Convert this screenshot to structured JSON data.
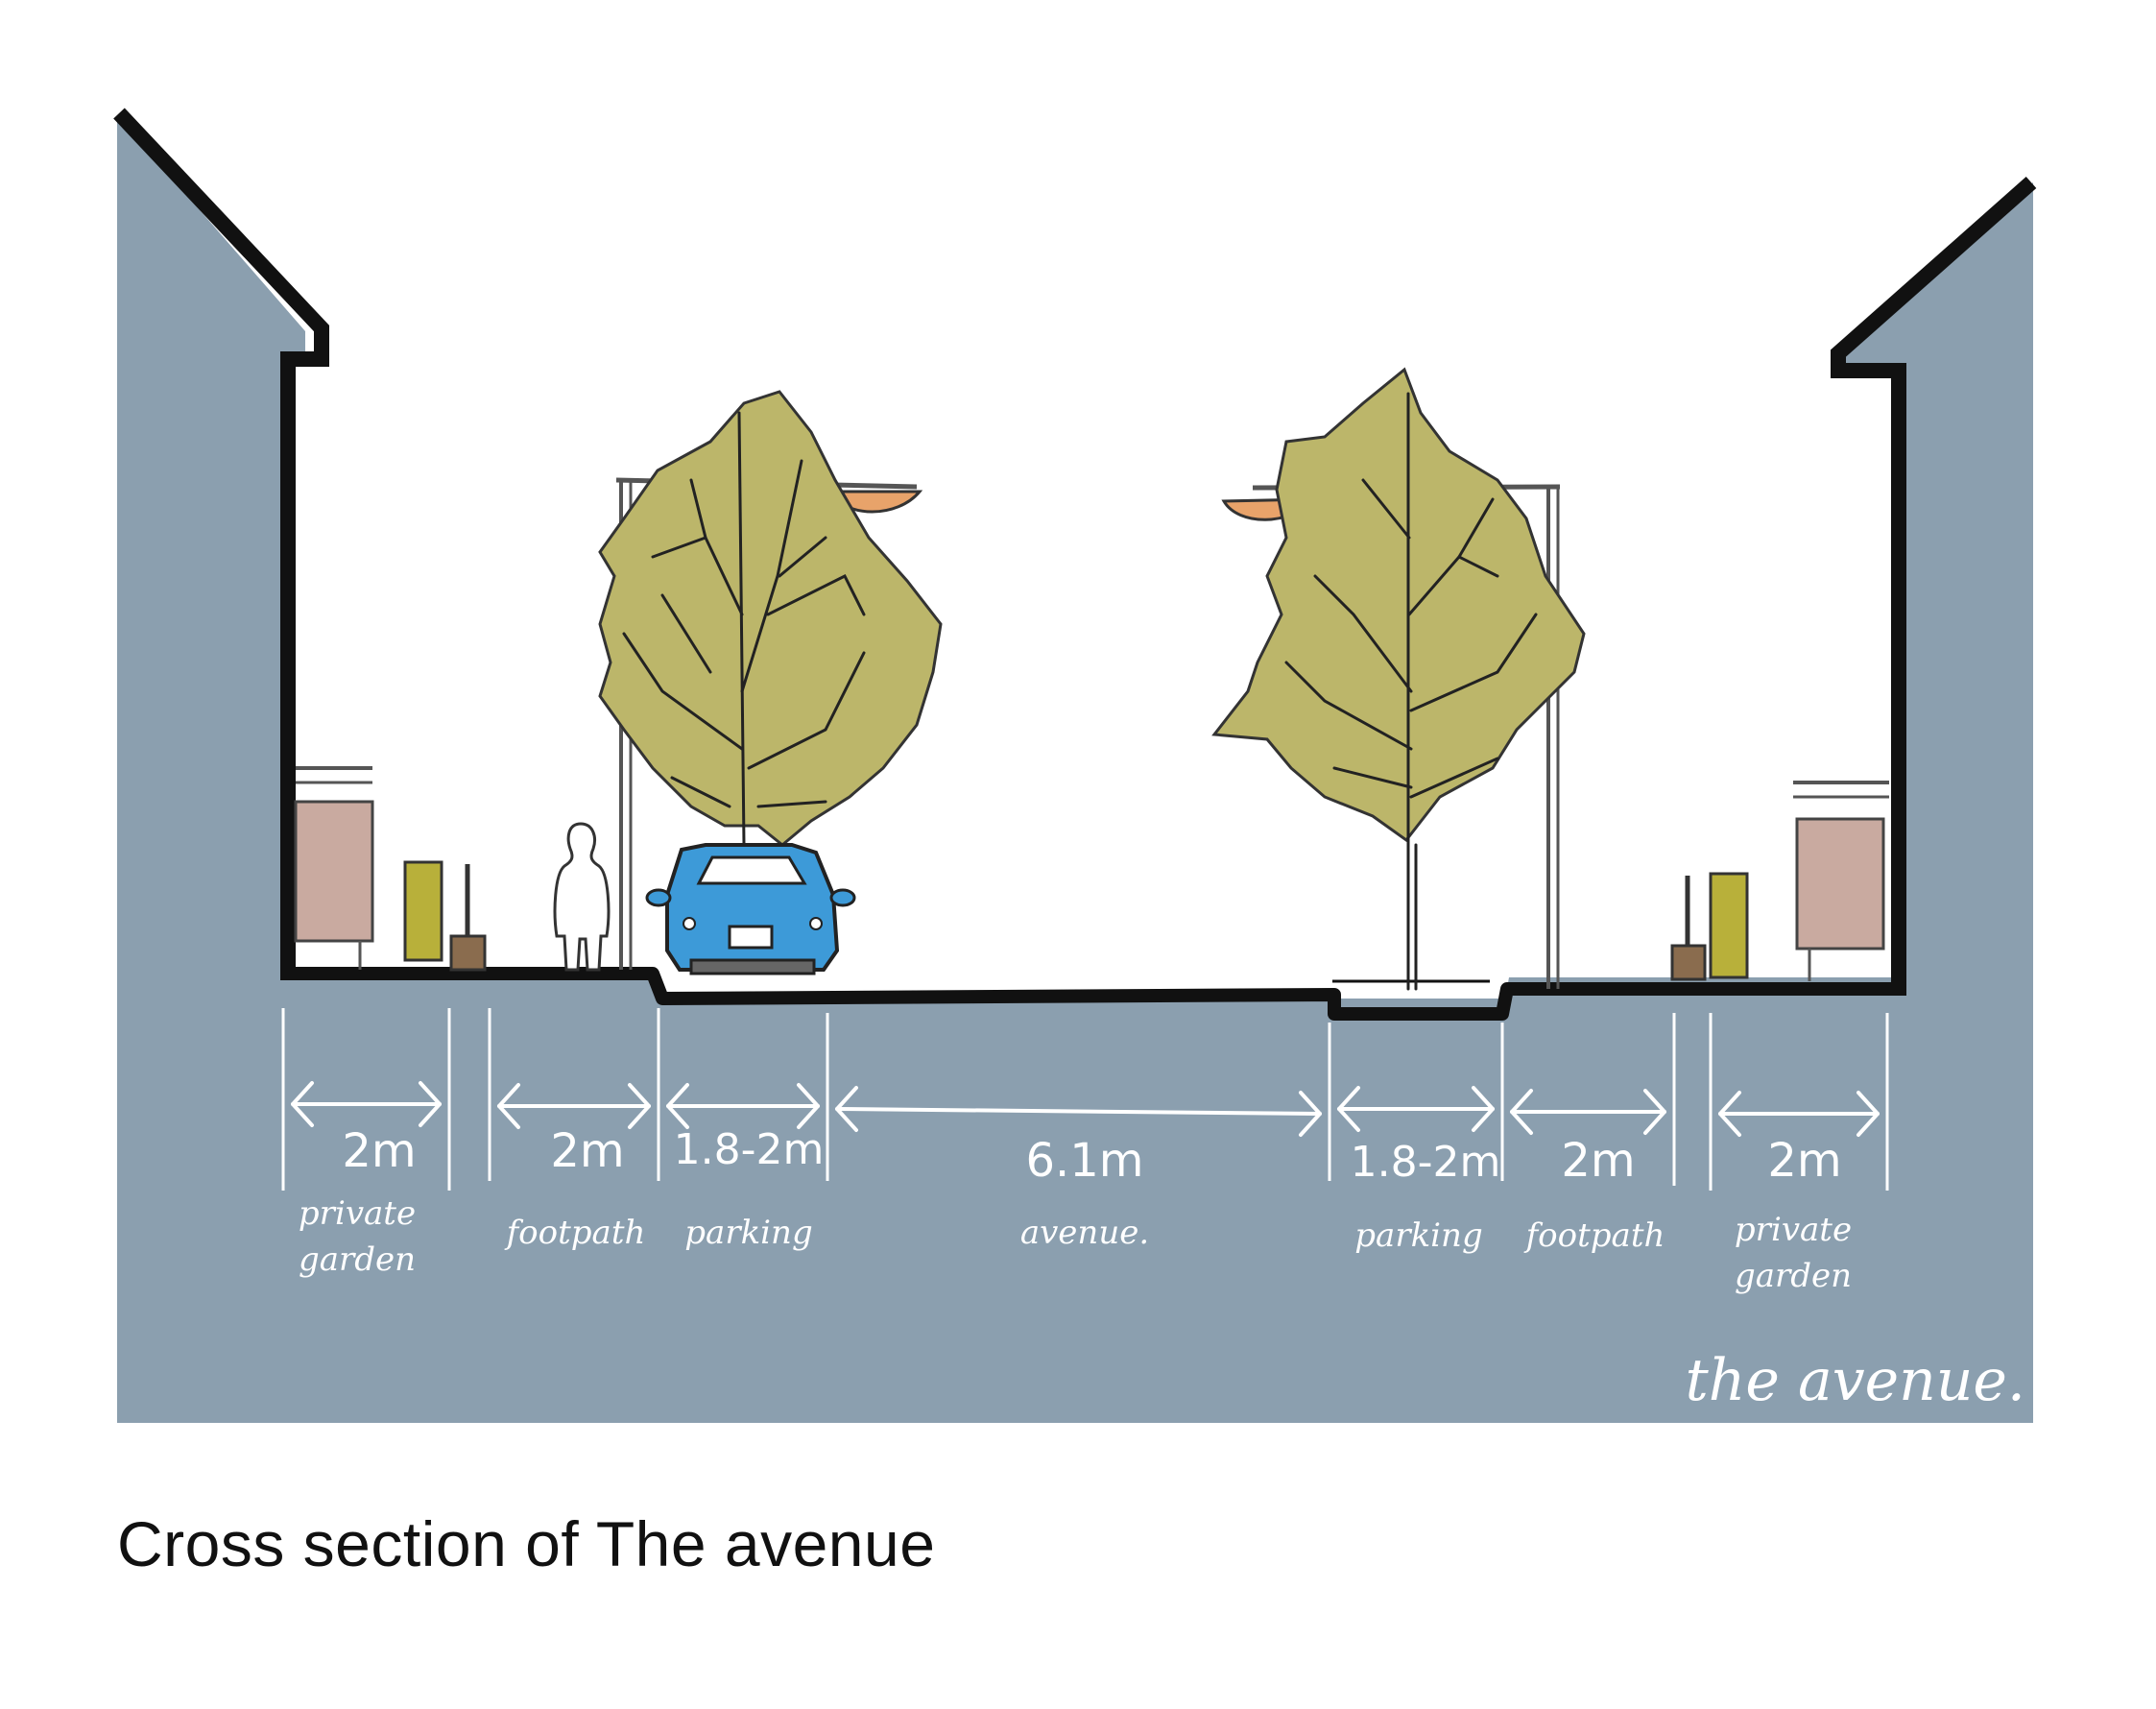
{
  "caption": "Cross section of The avenue",
  "signature": "the avenue.",
  "colors": {
    "ground": "#8b9faf",
    "outline": "#111111",
    "tree": "#bcb66a",
    "car": "#3d9ad8",
    "garden_panel": "#c9aaa0",
    "bin": "#b8b03a"
  },
  "zones": [
    {
      "width": "2m",
      "label": "private garden"
    },
    {
      "width": "2m",
      "label": "footpath"
    },
    {
      "width": "1.8-2m",
      "label": "parking"
    },
    {
      "width": "6.1m",
      "label": "avenue."
    },
    {
      "width": "1.8-2m",
      "label": "parking"
    },
    {
      "width": "2m",
      "label": "footpath"
    },
    {
      "width": "2m",
      "label": "private garden"
    }
  ],
  "icons": [
    "house-left",
    "house-right",
    "tree-icon",
    "street-lamp-icon",
    "car-icon",
    "pedestrian-icon",
    "bin-icon",
    "bollard-icon"
  ]
}
